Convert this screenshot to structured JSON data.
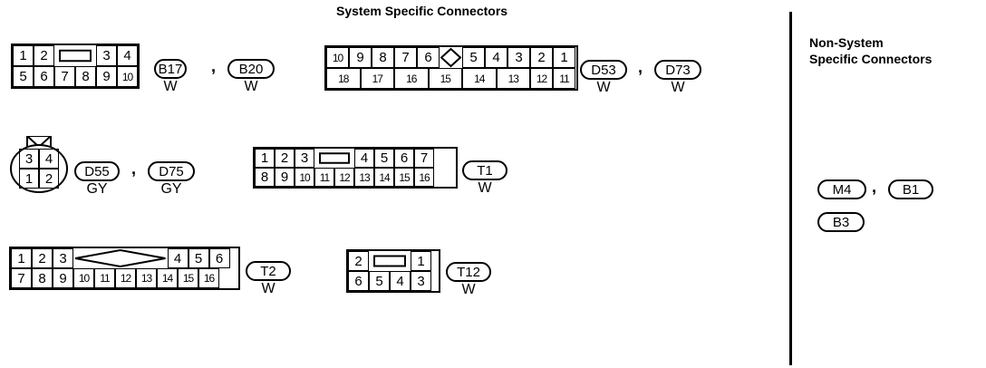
{
  "diagram": {
    "title": "System Specific Connectors",
    "non_system_title": [
      "Non-System",
      "Specific Connectors"
    ],
    "separator": ","
  },
  "connectors": [
    {
      "id": "c1",
      "rows": [
        [
          {
            "t": "1"
          },
          {
            "t": "2"
          },
          {
            "t": "",
            "key": "rect",
            "w": 2
          },
          {
            "t": "3"
          },
          {
            "t": "4"
          }
        ],
        [
          {
            "t": "5"
          },
          {
            "t": "6"
          },
          {
            "t": "7"
          },
          {
            "t": "8"
          },
          {
            "t": "9"
          },
          {
            "t": "10"
          }
        ]
      ],
      "codes": [
        {
          "code": "B17",
          "color": "W"
        },
        {
          "code": "B20",
          "color": "W"
        }
      ]
    },
    {
      "id": "c2",
      "rows": [
        [
          {
            "t": "10"
          },
          {
            "t": "9"
          },
          {
            "t": "8"
          },
          {
            "t": "7"
          },
          {
            "t": "6"
          },
          {
            "t": "",
            "key": "diamond"
          },
          {
            "t": "5"
          },
          {
            "t": "4"
          },
          {
            "t": "3"
          },
          {
            "t": "2"
          },
          {
            "t": "1"
          }
        ],
        [
          {
            "t": "18",
            "w": 1.5
          },
          {
            "t": "17",
            "w": 1.5
          },
          {
            "t": "16",
            "w": 1.5
          },
          {
            "t": "15",
            "w": 1.5
          },
          {
            "t": "14",
            "w": 1.5
          },
          {
            "t": "13",
            "w": 1.5
          },
          {
            "t": "12",
            "w": 1
          },
          {
            "t": "11",
            "w": 1
          }
        ]
      ],
      "codes": [
        {
          "code": "D53",
          "color": "W"
        },
        {
          "code": "D73",
          "color": "W"
        }
      ]
    },
    {
      "id": "c3",
      "round": true,
      "rows": [
        [
          "3",
          "4"
        ],
        [
          "1",
          "2"
        ]
      ],
      "codes": [
        {
          "code": "D55",
          "color": "GY"
        },
        {
          "code": "D75",
          "color": "GY"
        }
      ]
    },
    {
      "id": "c4",
      "rows": [
        [
          {
            "t": "1"
          },
          {
            "t": "2"
          },
          {
            "t": "3"
          },
          {
            "t": "",
            "key": "rect",
            "w": 2
          },
          {
            "t": "4"
          },
          {
            "t": "5"
          },
          {
            "t": "6"
          },
          {
            "t": "7"
          }
        ],
        [
          {
            "t": "8"
          },
          {
            "t": "9"
          },
          {
            "t": "10"
          },
          {
            "t": "11"
          },
          {
            "t": "12"
          },
          {
            "t": "13"
          },
          {
            "t": "14"
          },
          {
            "t": "15"
          },
          {
            "t": "16"
          }
        ]
      ],
      "codes": [
        {
          "code": "T1",
          "color": "W"
        }
      ]
    },
    {
      "id": "c5",
      "rows": [
        [
          {
            "t": "1"
          },
          {
            "t": "2"
          },
          {
            "t": "3"
          },
          {
            "t": "",
            "key": "diamond",
            "w": 4.5
          },
          {
            "t": "4"
          },
          {
            "t": "5"
          },
          {
            "t": "6"
          }
        ],
        [
          {
            "t": "7"
          },
          {
            "t": "8"
          },
          {
            "t": "9"
          },
          {
            "t": "10"
          },
          {
            "t": "11"
          },
          {
            "t": "12"
          },
          {
            "t": "13"
          },
          {
            "t": "14"
          },
          {
            "t": "15"
          },
          {
            "t": "16"
          }
        ]
      ],
      "codes": [
        {
          "code": "T2",
          "color": "W"
        }
      ]
    },
    {
      "id": "c6",
      "rows": [
        [
          {
            "t": "2"
          },
          {
            "t": "",
            "key": "rect",
            "w": 2
          },
          {
            "t": "1"
          }
        ],
        [
          {
            "t": "6"
          },
          {
            "t": "5"
          },
          {
            "t": "4"
          },
          {
            "t": "3"
          }
        ]
      ],
      "codes": [
        {
          "code": "T12",
          "color": "W"
        }
      ]
    }
  ],
  "non_system_connectors": [
    "M4",
    "B1",
    "B3"
  ]
}
